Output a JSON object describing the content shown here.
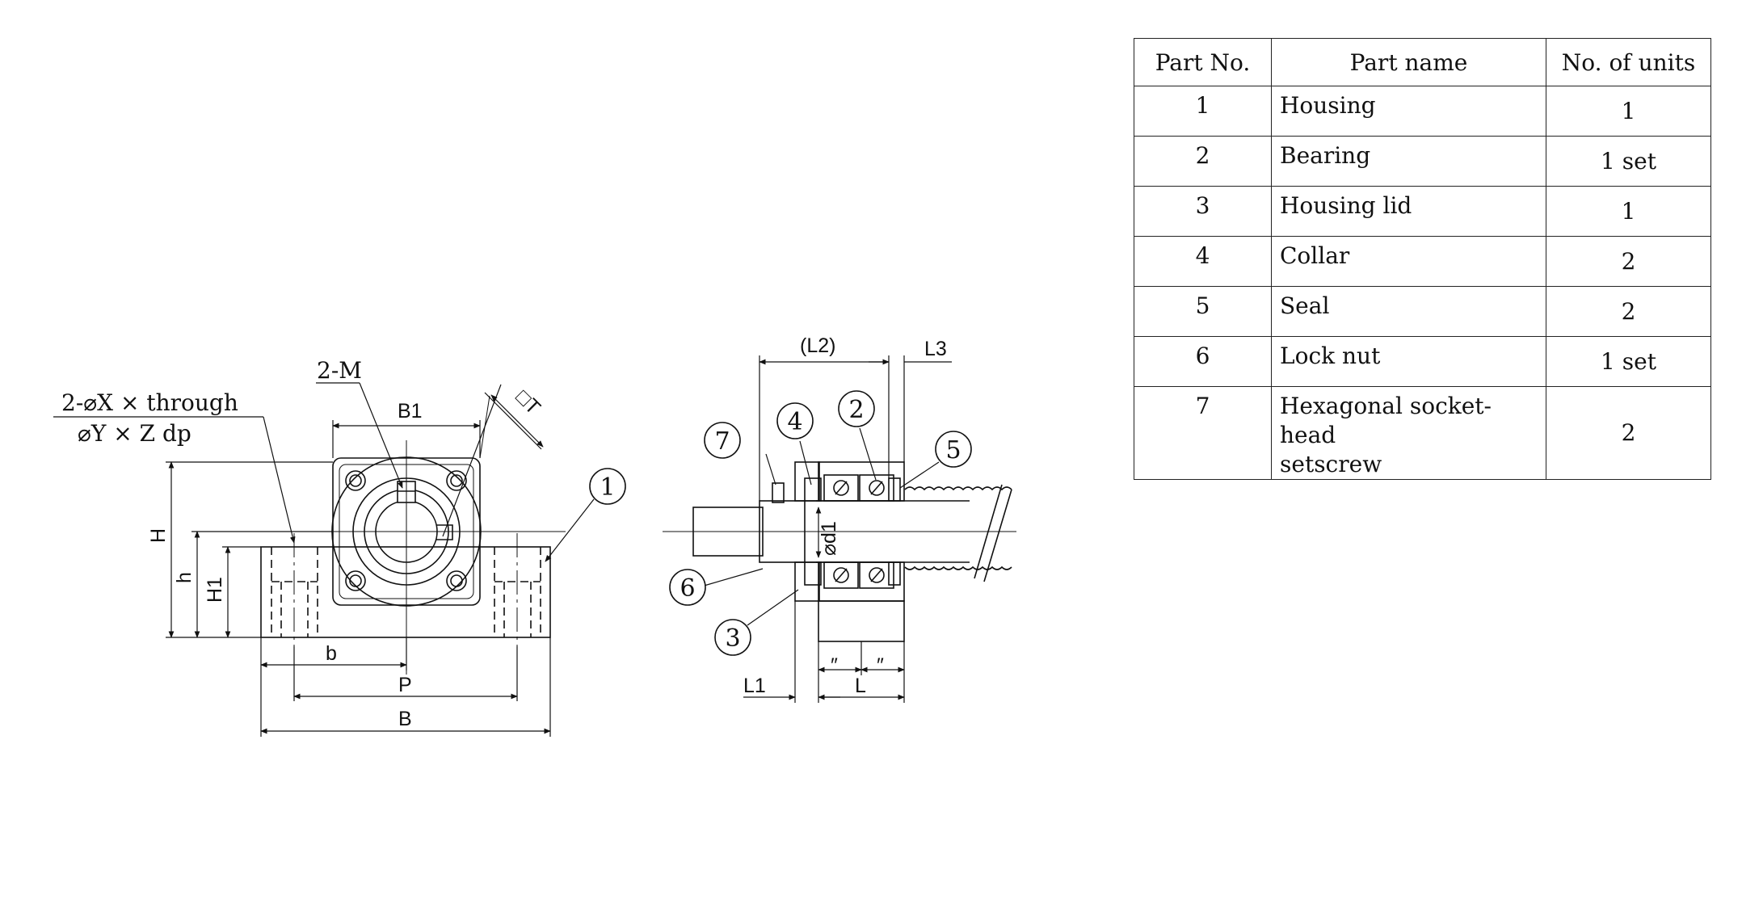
{
  "drawing": {
    "front_view": {
      "hole_callout_line1": "2-⌀X × through",
      "hole_callout_line2": "⌀Y × Z dp",
      "thread_label": "2-M",
      "dim_B1": "B1",
      "dim_T": "□T",
      "dim_H": "H",
      "dim_h": "h",
      "dim_H1": "H1",
      "dim_b": "b",
      "dim_P": "P",
      "dim_B": "B",
      "balloon_1": "1"
    },
    "side_view": {
      "dim_L2": "(L2)",
      "dim_L3": "L3",
      "dim_d1": "⌀d1",
      "dim_L1": "L1",
      "dim_L": "L",
      "ditto_mark": "″",
      "balloons": [
        "7",
        "4",
        "2",
        "5",
        "6",
        "3"
      ]
    }
  },
  "parts_table": {
    "headers": [
      "Part No.",
      "Part name",
      "No. of units"
    ],
    "rows": [
      {
        "no": "1",
        "name": "Housing",
        "units": "1"
      },
      {
        "no": "2",
        "name": "Bearing",
        "units": "1 set"
      },
      {
        "no": "3",
        "name": "Housing lid",
        "units": "1"
      },
      {
        "no": "4",
        "name": "Collar",
        "units": "2"
      },
      {
        "no": "5",
        "name": "Seal",
        "units": "2"
      },
      {
        "no": "6",
        "name": "Lock nut",
        "units": "1 set"
      },
      {
        "no": "7",
        "name_line1": "Hexagonal socket-head",
        "name_line2": "setscrew",
        "units": "2"
      }
    ]
  }
}
